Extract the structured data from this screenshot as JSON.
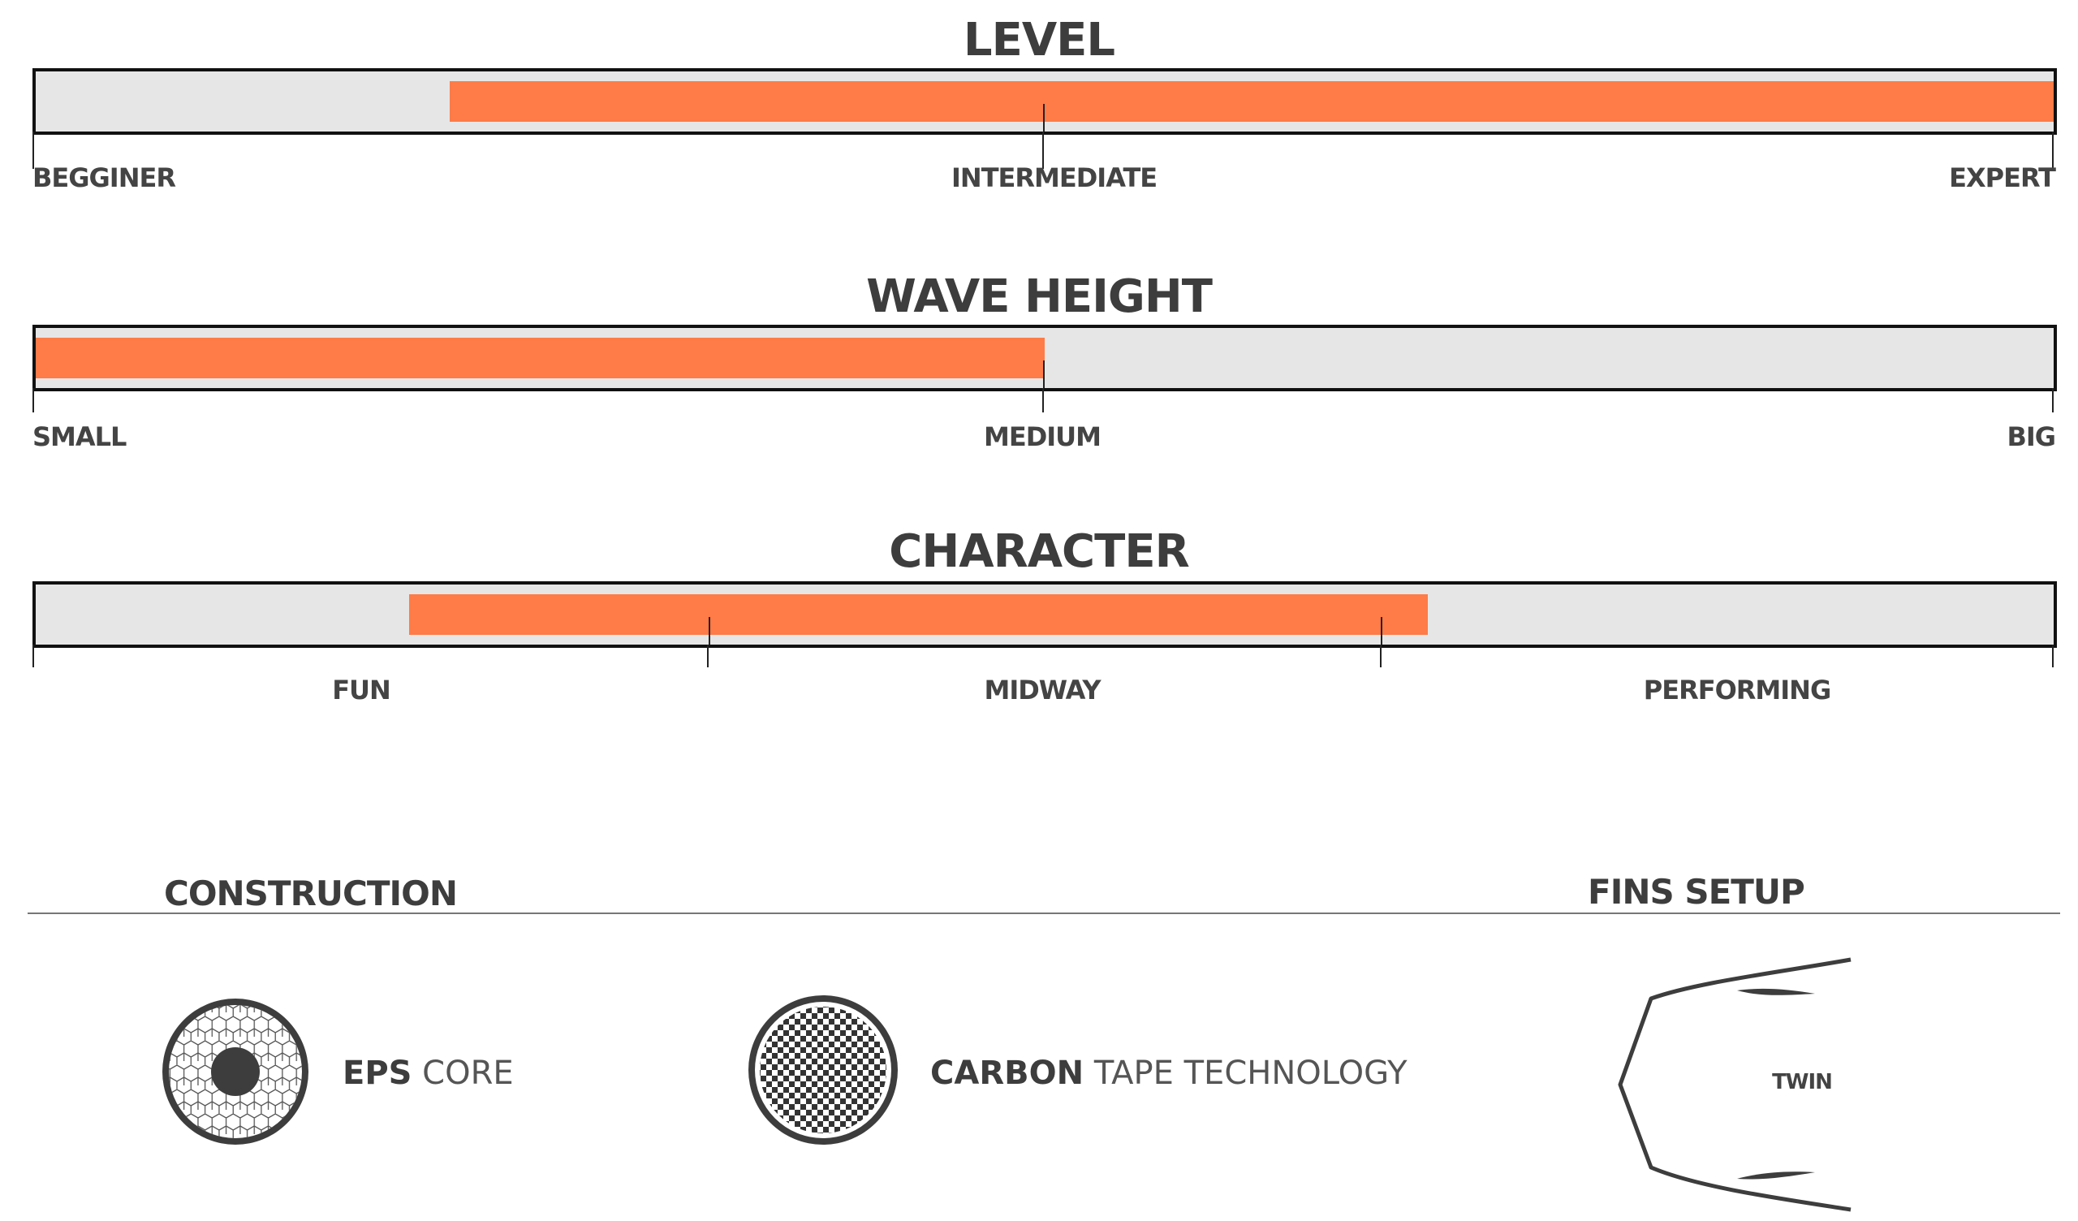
{
  "sections": [
    {
      "title": "LEVEL",
      "fill": [
        0.205,
        1.0
      ],
      "labels": [
        "BEGGINER",
        "INTERMEDIATE",
        "EXPERT"
      ]
    },
    {
      "title": "WAVE HEIGHT",
      "fill": [
        0.0,
        0.5
      ],
      "labels": [
        "SMALL",
        "MEDIUM",
        "BIG"
      ]
    },
    {
      "title": "CHARACTER",
      "fill": [
        0.185,
        0.69
      ],
      "labels": [
        "FUN",
        "MIDWAY",
        "PERFORMING"
      ]
    }
  ],
  "construction": {
    "title": "CONSTRUCTION",
    "eps": {
      "bold": "EPS",
      "light": "CORE"
    },
    "carbon": {
      "bold": "CARBON",
      "light": "TAPE TECHNOLOGY"
    }
  },
  "fins": {
    "title": "FINS SETUP",
    "label": "TWIN"
  },
  "colors": {
    "accent": "#ff7b47",
    "track": "#e6e6e6",
    "text": "#3d3d3d"
  }
}
